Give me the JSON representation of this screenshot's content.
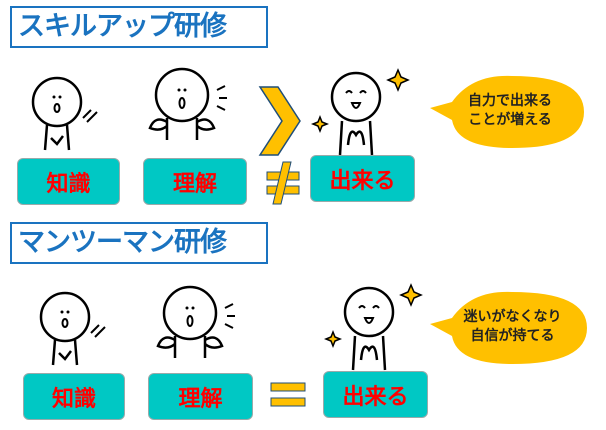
{
  "sections": [
    {
      "title": "スキルアップ研修",
      "bubble_line1": "自力で出来る",
      "bubble_line2": "ことが増える",
      "labels": [
        "知識",
        "理解",
        "出来る"
      ],
      "relation": "≠"
    },
    {
      "title": "マンツーマン研修",
      "bubble_line1": "迷いがなくなり",
      "bubble_line2": "自信が持てる",
      "labels": [
        "知識",
        "理解",
        "出来る"
      ],
      "relation": "="
    }
  ],
  "colors": {
    "title": "#1a73c0",
    "box": "#00c8c4",
    "label": "#ff0000",
    "accent": "#ffc000"
  }
}
